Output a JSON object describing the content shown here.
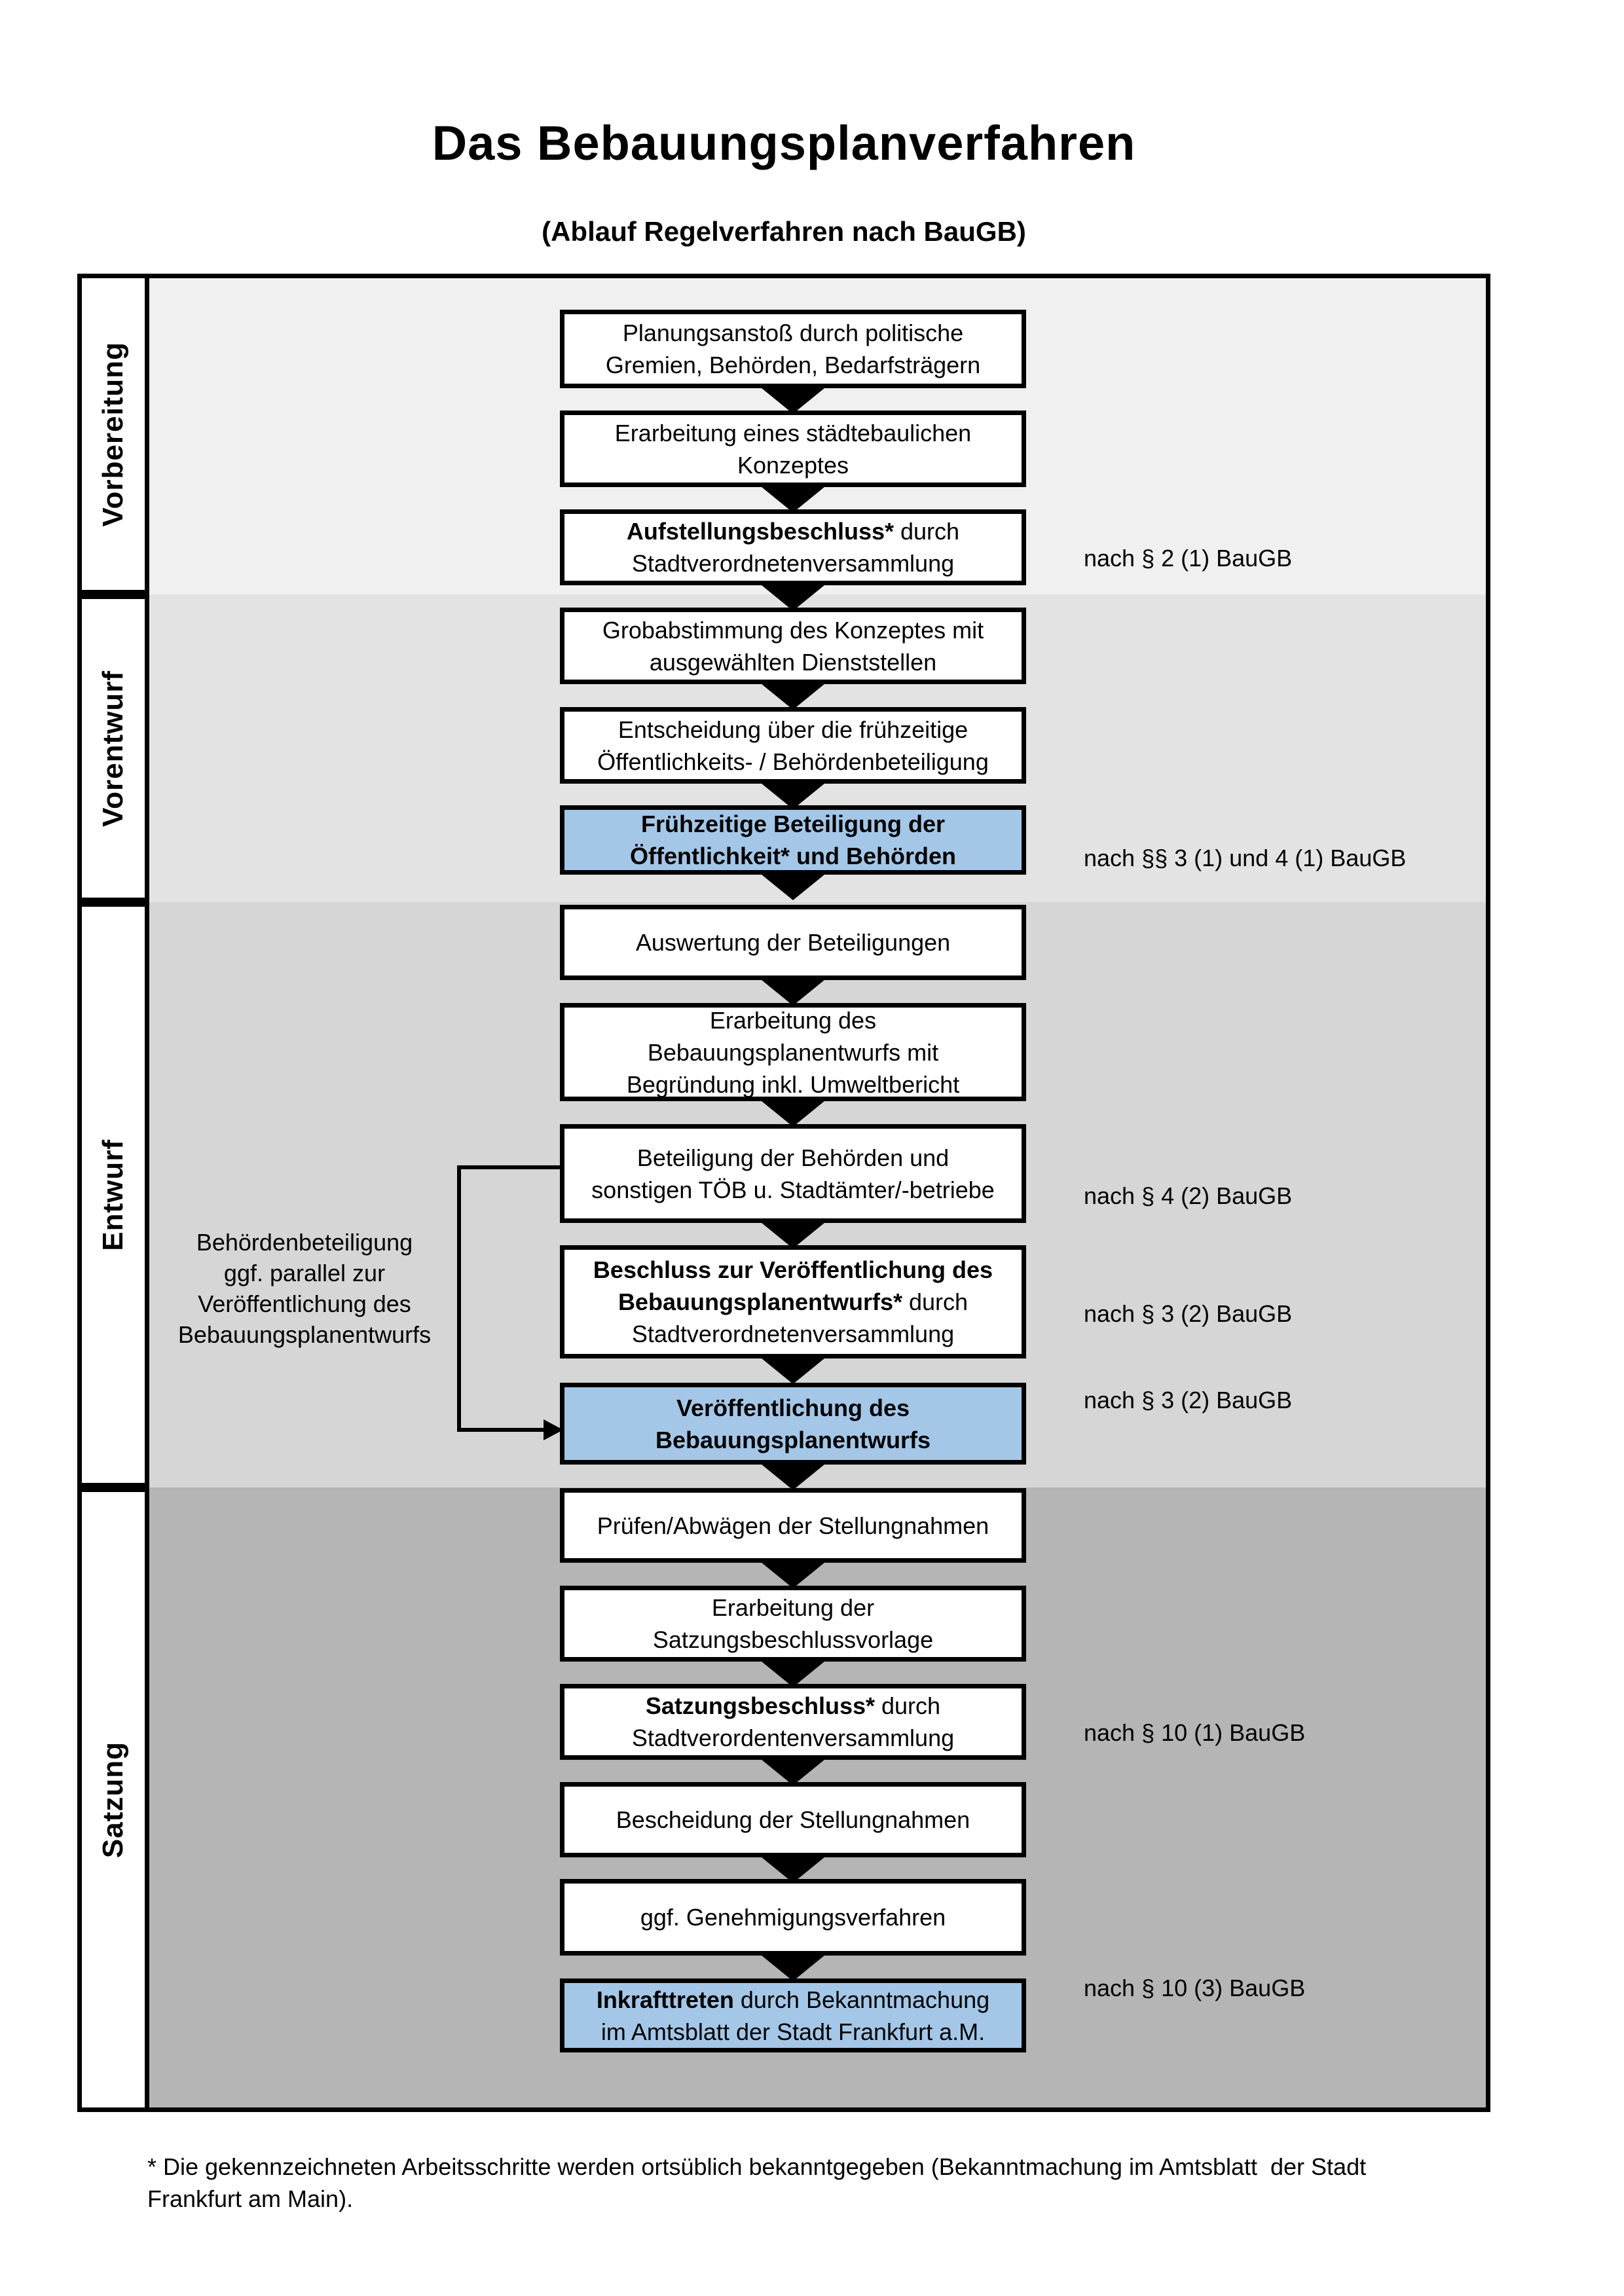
{
  "page": {
    "title": "Das Bebauungsplanverfahren",
    "subtitle": "(Ablauf Regelverfahren nach BauGB)",
    "footnote": "* Die gekennzeichneten Arbeitsschritte werden ortsüblich bekanntgegeben (Bekanntmachung im Amtsblatt  der Stadt\nFrankfurt am Main)."
  },
  "colors": {
    "band_vorbereitung": "#f0f0f0",
    "band_vorentwurf": "#e3e3e3",
    "band_entwurf": "#d6d6d6",
    "band_satzung": "#b5b5b5",
    "highlight_blue": "#a4c7e8",
    "box_border": "#000000"
  },
  "phases": [
    {
      "label": "Vorbereitung"
    },
    {
      "label": "Vorentwurf"
    },
    {
      "label": "Entwurf"
    },
    {
      "label": "Satzung"
    }
  ],
  "annotation": {
    "text": "Behördenbeteiligung\nggf. parallel zur\nVeröffentlichung des\nBebauungsplanentwurfs"
  },
  "steps": [
    {
      "lines": [
        [
          {
            "t": "Planungsanstoß durch politische"
          }
        ],
        [
          {
            "t": "Gremien, Behörden, Bedarfsträgern"
          }
        ]
      ]
    },
    {
      "lines": [
        [
          {
            "t": "Erarbeitung eines städtebaulichen"
          }
        ],
        [
          {
            "t": "Konzeptes"
          }
        ]
      ]
    },
    {
      "lines": [
        [
          {
            "t": "Aufstellungsbeschluss*",
            "b": 1
          },
          {
            "t": " durch"
          }
        ],
        [
          {
            "t": "Stadtverordnetenversammlung"
          }
        ]
      ],
      "note": "nach § 2 (1) BauGB"
    },
    {
      "lines": [
        [
          {
            "t": "Grobabstimmung des Konzeptes mit"
          }
        ],
        [
          {
            "t": "ausgewählten Dienststellen"
          }
        ]
      ]
    },
    {
      "lines": [
        [
          {
            "t": "Entscheidung über die frühzeitige"
          }
        ],
        [
          {
            "t": "Öffentlichkeits- / Behördenbeteiligung"
          }
        ]
      ]
    },
    {
      "highlight": true,
      "lines": [
        [
          {
            "t": "Frühzeitige Beteiligung der",
            "b": 1
          }
        ],
        [
          {
            "t": "Öffentlichkeit* und Behörden",
            "b": 1
          }
        ]
      ],
      "note": "nach §§ 3 (1) und 4 (1) BauGB"
    },
    {
      "lines": [
        [
          {
            "t": "Auswertung der Beteiligungen"
          }
        ]
      ]
    },
    {
      "lines": [
        [
          {
            "t": "Erarbeitung des"
          }
        ],
        [
          {
            "t": "Bebauungsplanentwurfs mit"
          }
        ],
        [
          {
            "t": "Begründung inkl. Umweltbericht"
          }
        ]
      ]
    },
    {
      "lines": [
        [
          {
            "t": "Beteiligung der Behörden und"
          }
        ],
        [
          {
            "t": "sonstigen TÖB u. Stadtämter/-betriebe"
          }
        ]
      ],
      "note": "nach § 4 (2) BauGB"
    },
    {
      "lines": [
        [
          {
            "t": "Beschluss zur Veröffentlichung des",
            "b": 1
          }
        ],
        [
          {
            "t": "Bebauungsplanentwurfs*",
            "b": 1
          },
          {
            "t": " durch"
          }
        ],
        [
          {
            "t": "Stadtverordnetenversammlung"
          }
        ]
      ],
      "note": "nach § 3 (2) BauGB"
    },
    {
      "highlight": true,
      "lines": [
        [
          {
            "t": "Veröffentlichung des",
            "b": 1
          }
        ],
        [
          {
            "t": "Bebauungsplanentwurfs",
            "b": 1
          }
        ]
      ],
      "note": "nach § 3 (2) BauGB"
    },
    {
      "lines": [
        [
          {
            "t": "Prüfen/Abwägen der Stellungnahmen"
          }
        ]
      ]
    },
    {
      "lines": [
        [
          {
            "t": "Erarbeitung der"
          }
        ],
        [
          {
            "t": "Satzungsbeschlussvorlage"
          }
        ]
      ]
    },
    {
      "lines": [
        [
          {
            "t": "Satzungsbeschluss*",
            "b": 1
          },
          {
            "t": " durch"
          }
        ],
        [
          {
            "t": "Stadtverordentenversammlung"
          }
        ]
      ],
      "note": "nach § 10 (1) BauGB"
    },
    {
      "lines": [
        [
          {
            "t": "Bescheidung der Stellungnahmen"
          }
        ]
      ]
    },
    {
      "lines": [
        [
          {
            "t": "ggf. Genehmigungsverfahren"
          }
        ]
      ]
    },
    {
      "highlight": true,
      "lines": [
        [
          {
            "t": "Inkrafttreten",
            "b": 1
          },
          {
            "t": " durch Bekanntmachung"
          }
        ],
        [
          {
            "t": "im Amtsblatt der Stadt Frankfurt a.M."
          }
        ]
      ],
      "note": "nach § 10 (3) BauGB"
    }
  ]
}
